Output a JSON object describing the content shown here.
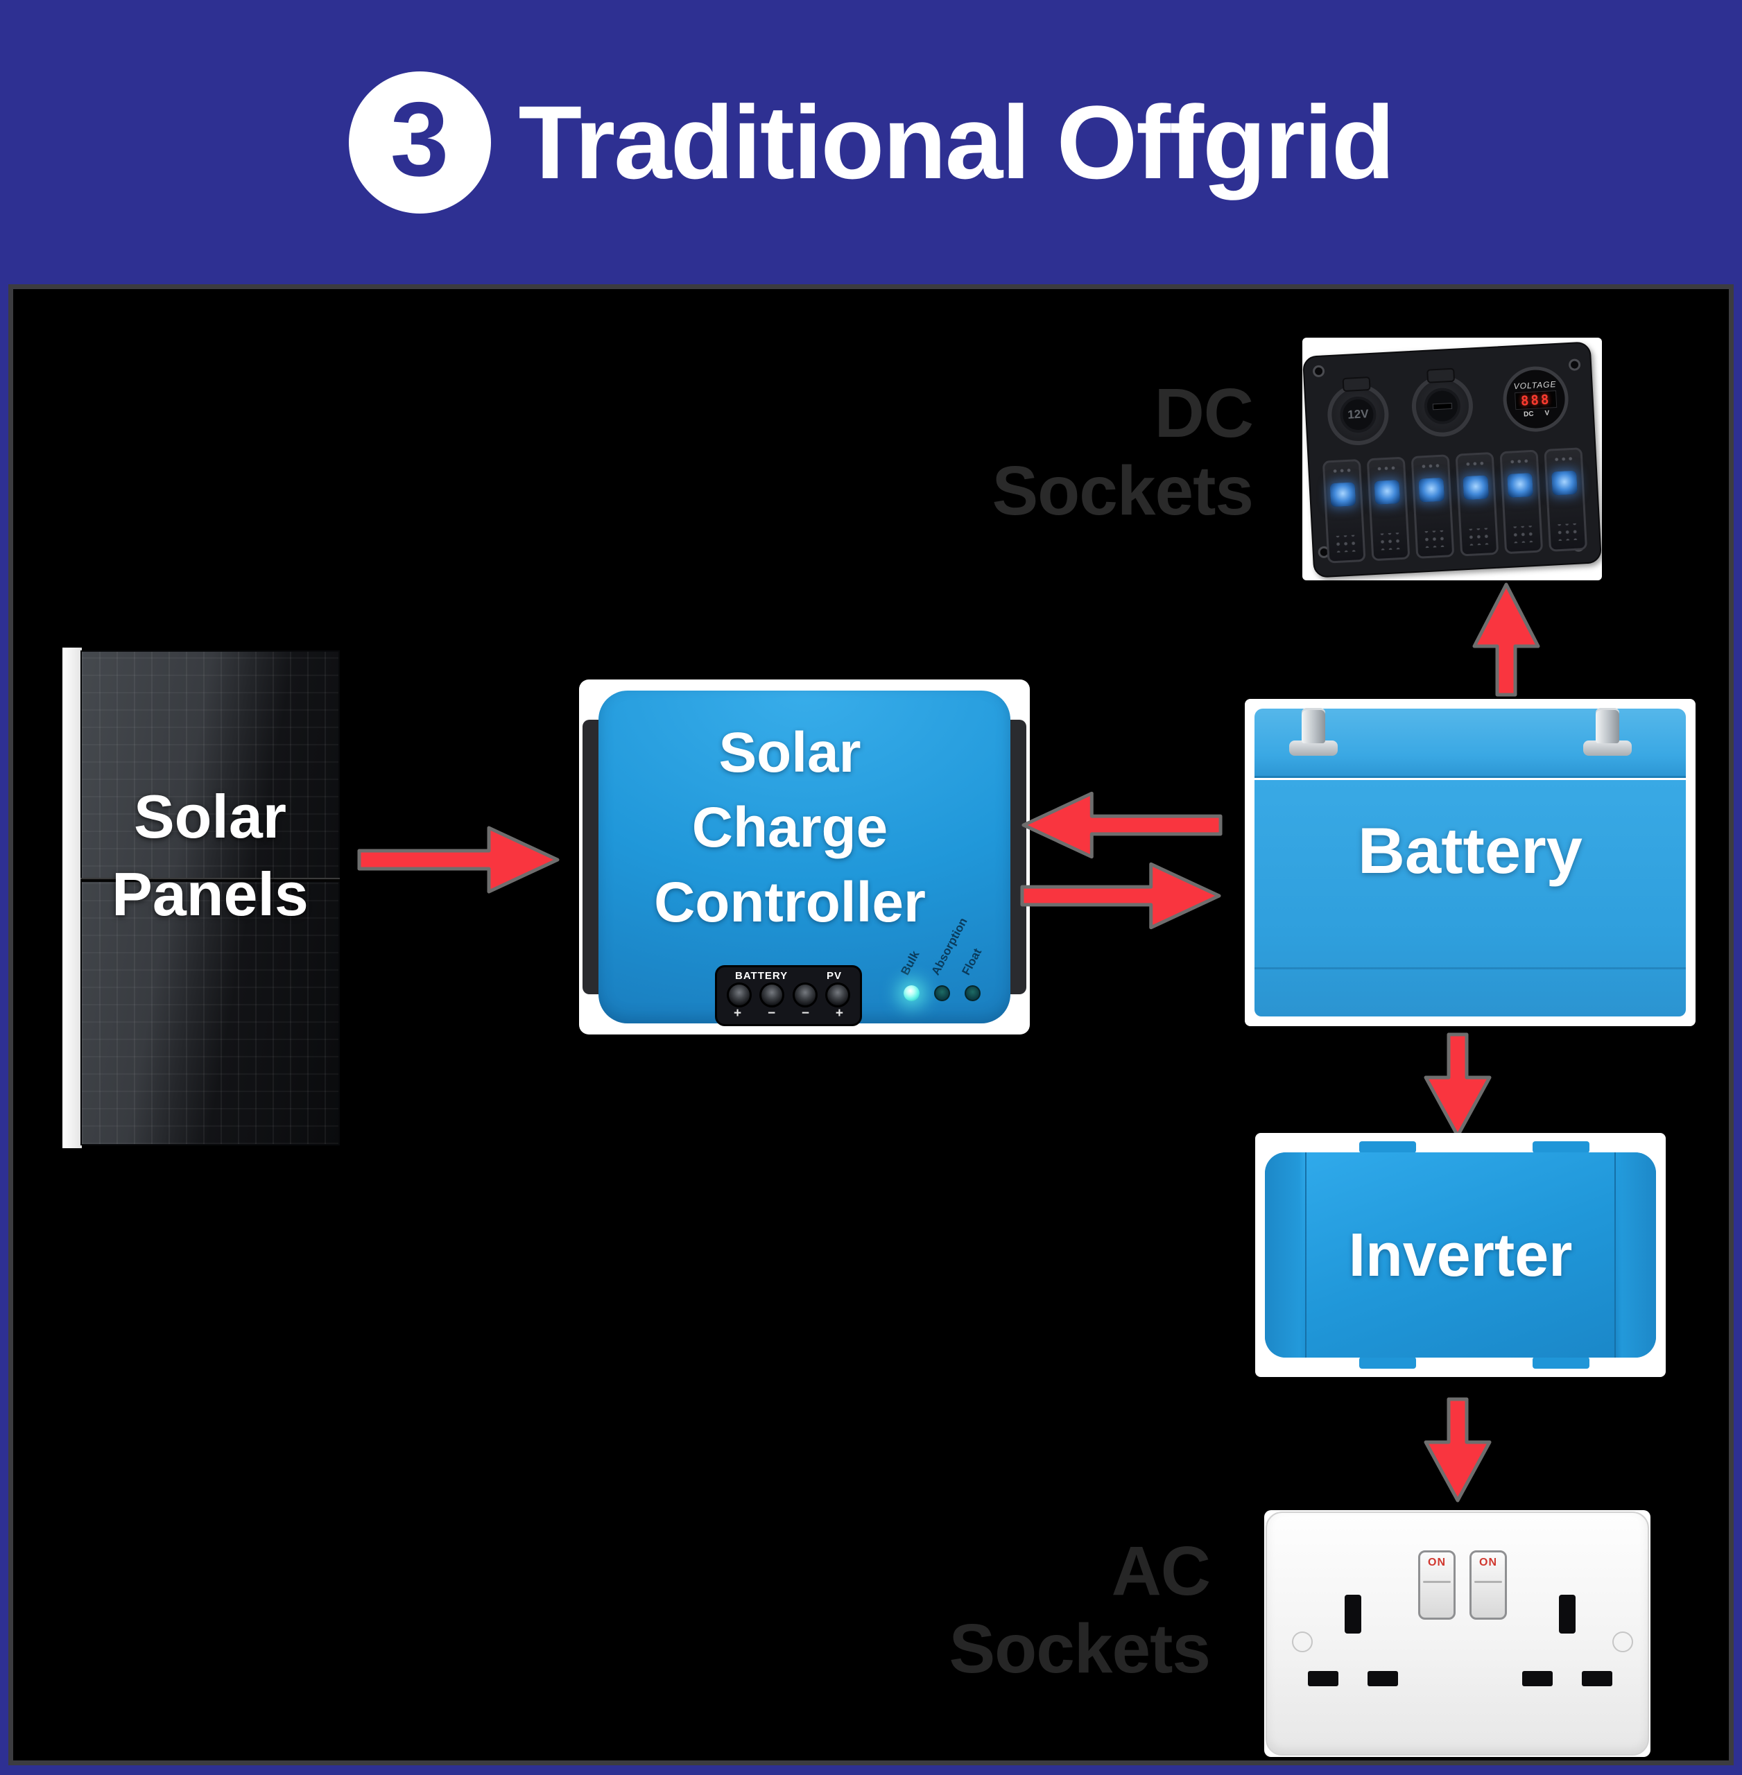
{
  "page": {
    "badge": "3",
    "title": "Traditional Offgrid"
  },
  "colors": {
    "header_bg": "#2e3092",
    "frame_border": "#3c3c40",
    "content_bg": "#000000",
    "arrow_red": "#f9353f",
    "arrow_outline": "#6e6e6e",
    "victron_blue": "#2097d9",
    "victron_blue_light": "#33aae8",
    "battery_blue": "#35a6e3",
    "label_dim_dc": "#2a2a2a",
    "label_dim_ac": "#262626",
    "led_cyan": "#5ff0e8"
  },
  "solar_panels": {
    "line1": "Solar",
    "line2": "Panels"
  },
  "charge_controller": {
    "line1": "Solar",
    "line2": "Charge",
    "line3": "Controller",
    "terminal_group_left": "BATTERY",
    "terminal_group_right": "PV",
    "terminal_signs": [
      "+",
      "−",
      "−",
      "+"
    ],
    "led_labels": [
      "Bulk",
      "Absorption",
      "Float"
    ]
  },
  "battery": {
    "label": "Battery"
  },
  "inverter": {
    "label": "Inverter"
  },
  "dc_sockets": {
    "line1": "DC",
    "line2": "Sockets",
    "socket_label": "12V",
    "voltmeter_title": "VOLTAGE",
    "voltmeter_reading": "888",
    "voltmeter_dc": "DC",
    "voltmeter_v": "V"
  },
  "ac_sockets": {
    "line1": "AC",
    "line2": "Sockets",
    "switch_on_left": "ON",
    "switch_on_right": "ON"
  }
}
